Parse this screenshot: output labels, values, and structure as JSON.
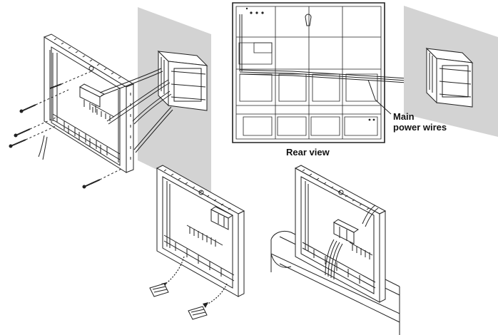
{
  "figure": {
    "labels": {
      "rear_view": "Rear view",
      "main_power_wires_line1": "Main",
      "main_power_wires_line2": "power wires"
    }
  }
}
